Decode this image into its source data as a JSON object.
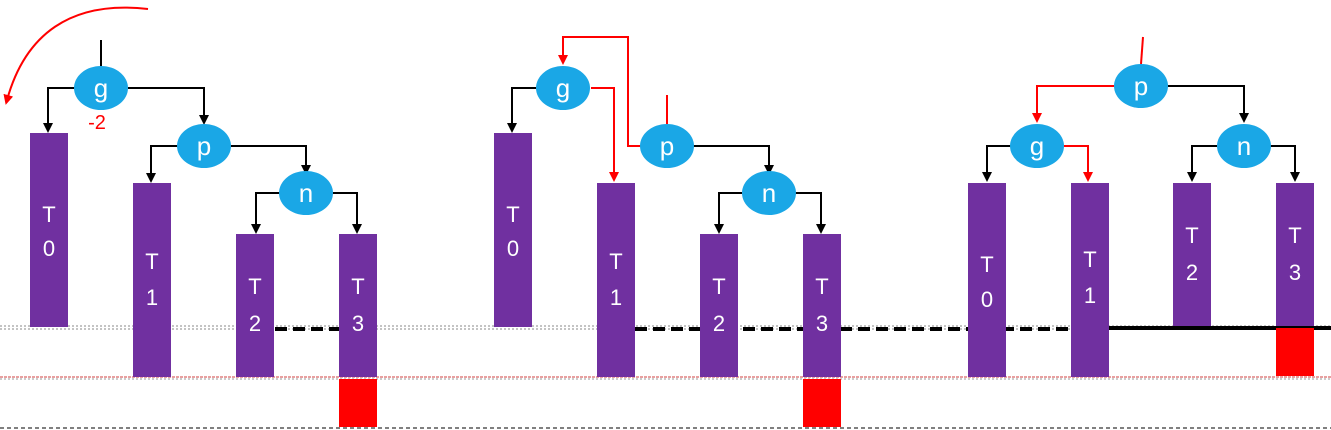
{
  "colors": {
    "node_fill": "#1aa7e6",
    "bar_fill": "#7030a0",
    "overflow_fill": "#ff0000",
    "edge_black": "#000000",
    "edge_red": "#ff0000"
  },
  "diagram_1": {
    "nodes": {
      "g": "g",
      "p": "p",
      "n": "n"
    },
    "balance": "-2",
    "subtrees": {
      "t0": "T\n0",
      "t1": "T\n1",
      "t2": "T\n2",
      "t3": "T\n3"
    }
  },
  "diagram_2": {
    "nodes": {
      "g": "g",
      "p": "p",
      "n": "n"
    },
    "subtrees": {
      "t0": "T\n0",
      "t1": "T\n1",
      "t2": "T\n2",
      "t3": "T\n3"
    }
  },
  "diagram_3": {
    "nodes": {
      "p": "p",
      "g": "g",
      "n": "n"
    },
    "subtrees": {
      "t0": "T\n0",
      "t1": "T\n1",
      "t2": "T\n2",
      "t3": "T\n3"
    }
  }
}
